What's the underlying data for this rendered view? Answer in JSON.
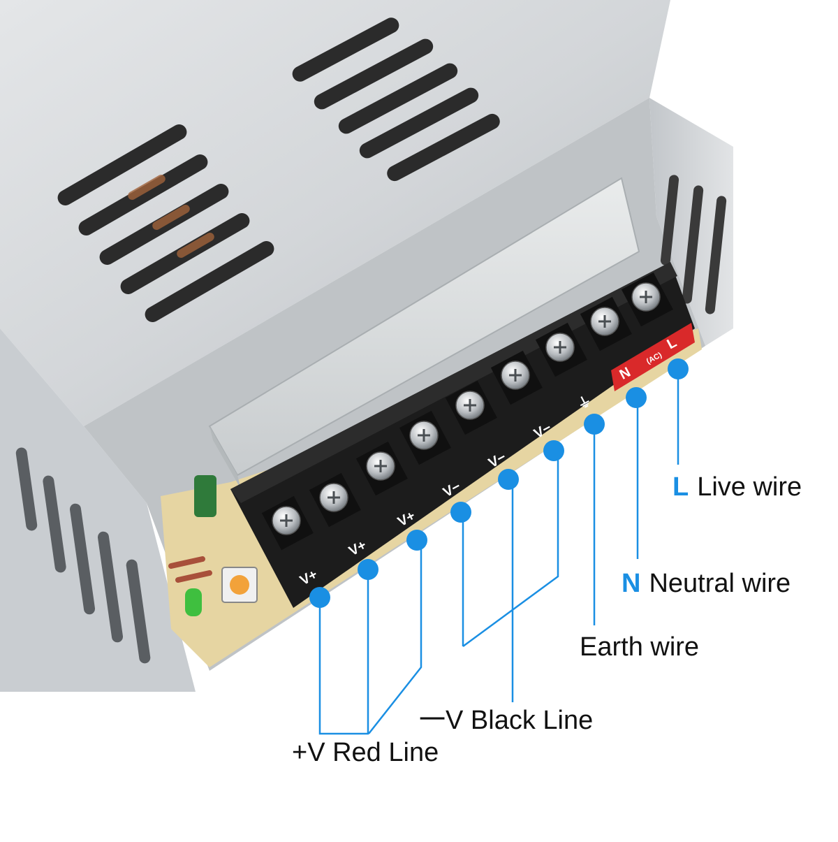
{
  "colors": {
    "accent_blue": "#1a8fe3",
    "leader_line": "#1a8fe3",
    "terminal_block": "#1c1c1c",
    "ac_strip": "#d9292a",
    "housing": "#cfd3d6",
    "pcb": "#e8d9a8"
  },
  "terminals": [
    {
      "label": "V+"
    },
    {
      "label": "V+"
    },
    {
      "label": "V+"
    },
    {
      "label": "V−"
    },
    {
      "label": "V−"
    },
    {
      "label": "V−"
    },
    {
      "label": "⏚",
      "icon": "earth-ground-icon"
    },
    {
      "label": "N"
    },
    {
      "label": "L"
    }
  ],
  "ac_tag": "(AC)",
  "callouts": {
    "live": {
      "key": "L",
      "text": "Live wire"
    },
    "neutral": {
      "key": "N",
      "text": "Neutral wire"
    },
    "earth": {
      "text": "Earth wire"
    },
    "neg": {
      "text": "一V Black Line"
    },
    "pos": {
      "text": "+V Red Line"
    }
  }
}
